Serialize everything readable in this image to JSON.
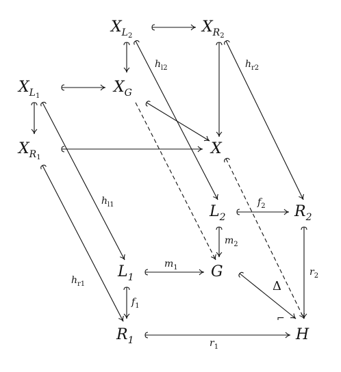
{
  "objects": {
    "XL2": {
      "base": "X",
      "sub": "L",
      "subsub": "2"
    },
    "XR2": {
      "base": "X",
      "sub": "R",
      "subsub": "2"
    },
    "XL1": {
      "base": "X",
      "sub": "L",
      "subsub": "1"
    },
    "XG": {
      "base": "X",
      "sub": "G",
      "subsub": ""
    },
    "XR1": {
      "base": "X",
      "sub": "R",
      "subsub": "1"
    },
    "X": {
      "base": "X",
      "sub": "",
      "subsub": ""
    },
    "L2": {
      "base": "L",
      "sub": "2",
      "subsub": ""
    },
    "R2": {
      "base": "R",
      "sub": "2",
      "subsub": ""
    },
    "L1": {
      "base": "L",
      "sub": "1",
      "subsub": ""
    },
    "G": {
      "base": "G",
      "sub": "",
      "subsub": ""
    },
    "R1": {
      "base": "R",
      "sub": "1",
      "subsub": ""
    },
    "H": {
      "base": "H",
      "sub": "",
      "subsub": ""
    }
  },
  "labels": {
    "hl2": {
      "base": "h",
      "sub": "l2"
    },
    "hr2": {
      "base": "h",
      "sub": "r2"
    },
    "hl1": {
      "base": "h",
      "sub": "l1"
    },
    "hr1": {
      "base": "h",
      "sub": "r1"
    },
    "f2": {
      "base": "f",
      "sub": "2"
    },
    "m2": {
      "base": "m",
      "sub": "2"
    },
    "m1": {
      "base": "m",
      "sub": "1"
    },
    "f1": {
      "base": "f",
      "sub": "1"
    },
    "r2": {
      "base": "r",
      "sub": "2"
    },
    "r1": {
      "base": "r",
      "sub": "1"
    },
    "delta": {
      "base": "Δ",
      "sub": ""
    }
  },
  "pullback_marker": "⌐"
}
